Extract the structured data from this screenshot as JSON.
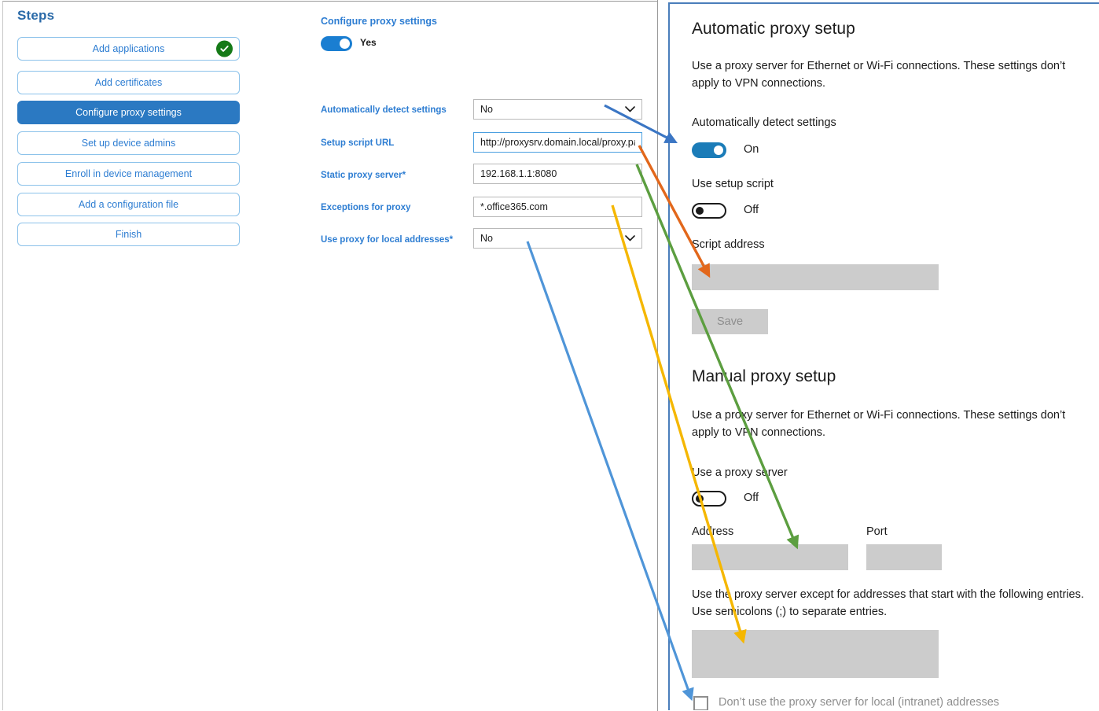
{
  "sidebar": {
    "title": "Steps",
    "items": [
      {
        "label": "Add applications",
        "state": "complete",
        "icon": "check-circle-icon"
      },
      {
        "label": "Add certificates",
        "state": "default"
      },
      {
        "label": "Configure proxy settings",
        "state": "active"
      },
      {
        "label": "Set up device admins",
        "state": "default"
      },
      {
        "label": "Enroll in device management",
        "state": "default"
      },
      {
        "label": "Add a configuration file",
        "state": "default"
      },
      {
        "label": "Finish",
        "state": "default"
      }
    ]
  },
  "form": {
    "heading": "Configure proxy settings",
    "master_toggle": {
      "value": "Yes",
      "state": "on"
    },
    "fields": [
      {
        "label": "Automatically detect settings",
        "required_mark": "",
        "control": "select",
        "value": "No",
        "icon": "chevron-down-icon",
        "focused": false
      },
      {
        "label": "Setup script URL",
        "required_mark": "",
        "control": "text",
        "value": "http://proxysrv.domain.local/proxy.pa",
        "focused": true
      },
      {
        "label": "Static proxy server",
        "required_mark": "*",
        "control": "text",
        "value": "192.168.1.1:8080",
        "focused": false
      },
      {
        "label": "Exceptions for proxy",
        "required_mark": "",
        "control": "text",
        "value": "*.office365.com",
        "focused": false
      },
      {
        "label": "Use proxy for local addresses",
        "required_mark": "*",
        "control": "select",
        "value": "No",
        "icon": "chevron-down-icon",
        "focused": false
      }
    ]
  },
  "windows_panel": {
    "automatic": {
      "heading": "Automatic proxy setup",
      "description": "Use a proxy server for Ethernet or Wi-Fi connections. These settings don’t apply to VPN connections.",
      "detect_label": "Automatically detect settings",
      "detect_toggle": "On",
      "setup_script_label": "Use setup script",
      "setup_script_toggle": "Off",
      "script_address_label": "Script address",
      "script_address_value": "",
      "save_label": "Save"
    },
    "manual": {
      "heading": "Manual proxy setup",
      "description": "Use a proxy server for Ethernet or Wi-Fi connections. These settings don’t apply to VPN connections.",
      "use_proxy_label": "Use a proxy server",
      "use_proxy_toggle": "Off",
      "address_label": "Address",
      "address_value": "",
      "port_label": "Port",
      "port_value": "",
      "exceptions_description": "Use the proxy server except for addresses that start with the following entries. Use semicolons (;) to separate entries.",
      "exceptions_value": "",
      "local_checkbox_label": "Don’t use the proxy server for local (intranet) addresses",
      "local_checkbox_checked": false
    }
  },
  "annotations": {
    "arrows": [
      {
        "name": "arrow-detect-settings",
        "color": "#3b76c4",
        "from_label": "Automatically detect settings dropdown",
        "to_label": "Automatically detect settings toggle"
      },
      {
        "name": "arrow-setup-script-url",
        "color": "#e2671b",
        "from_label": "Setup script URL field",
        "to_label": "Script address box"
      },
      {
        "name": "arrow-static-proxy-server",
        "color": "#5c9e40",
        "from_label": "Static proxy server field",
        "to_label": "Address box"
      },
      {
        "name": "arrow-exceptions-for-proxy",
        "color": "#f5b700",
        "from_label": "Exceptions for proxy field",
        "to_label": "Exceptions box"
      },
      {
        "name": "arrow-use-proxy-local",
        "color": "#4f95d8",
        "from_label": "Use proxy for local addresses dropdown",
        "to_label": "Don’t use the proxy server for local (intranet) addresses checkbox"
      }
    ]
  },
  "colors": {
    "accent_blue": "#2d7dd2",
    "active_step": "#2b79c2",
    "complete_green": "#157a18",
    "toggle_on": "#1b7cb8",
    "box_gray": "#cccccc",
    "panel_border": "#4a7ebb"
  }
}
